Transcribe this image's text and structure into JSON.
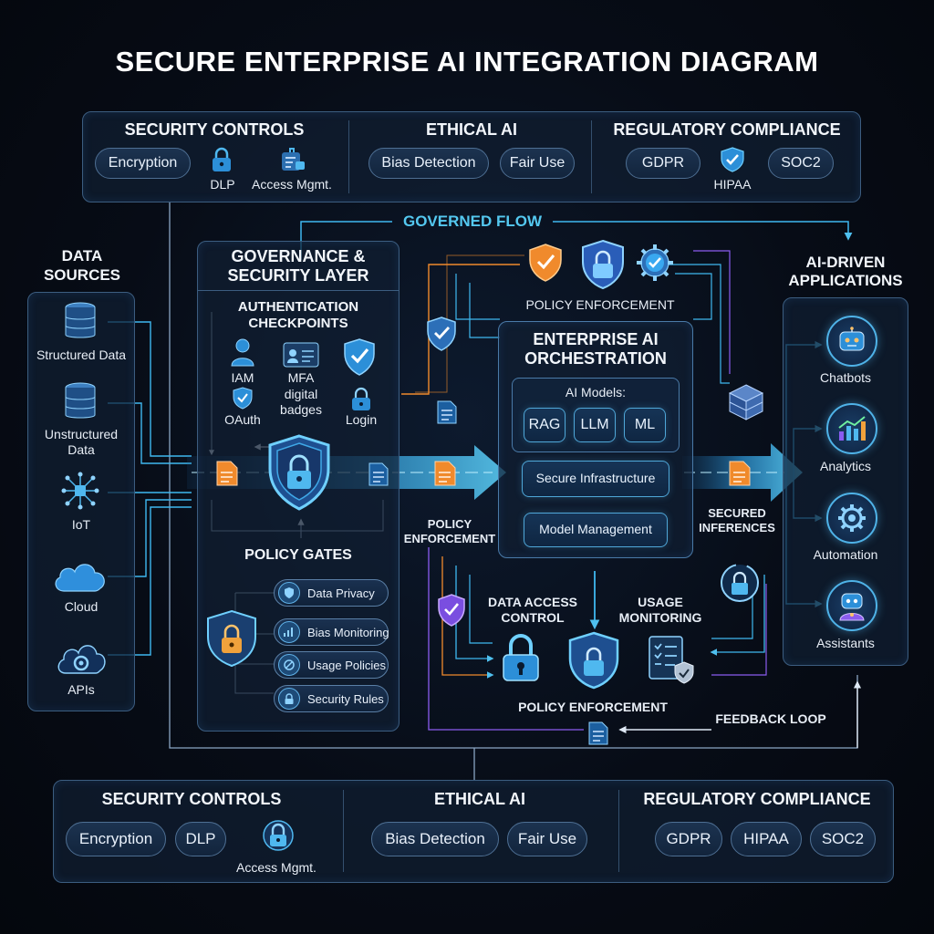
{
  "title": "SECURE ENTERPRISE AI INTEGRATION DIAGRAM",
  "top_bar": {
    "security": {
      "title": "SECURITY CONTROLS",
      "encryption": "Encryption",
      "dlp": "DLP",
      "access": "Access Mgmt."
    },
    "ethical": {
      "title": "ETHICAL AI",
      "bias": "Bias Detection",
      "fair": "Fair Use"
    },
    "regulatory": {
      "title": "REGULATORY COMPLIANCE",
      "gdpr": "GDPR",
      "hipaa": "HIPAA",
      "soc2": "SOC2"
    }
  },
  "governed_flow": "GOVERNED FLOW",
  "data_sources": {
    "title_line1": "DATA",
    "title_line2": "SOURCES",
    "items": [
      "Structured Data",
      "Unstructured",
      "Data",
      "IoT",
      "Cloud",
      "APIs"
    ]
  },
  "governance": {
    "title_line1": "GOVERNANCE &",
    "title_line2": "SECURITY LAYER",
    "auth_line1": "AUTHENTICATION",
    "auth_line2": "CHECKPOINTS",
    "iam": "IAM",
    "mfa_line1": "MFA",
    "mfa_line2": "digital",
    "mfa_line3": "badges",
    "oauth": "OAuth",
    "login": "Login",
    "policy_gates": "POLICY GATES",
    "gates": [
      "Data Privacy",
      "Bias Monitoring",
      "Usage Policies",
      "Security Rules"
    ]
  },
  "policy_enforcement_top": "POLICY ENFORCEMENT",
  "policy_enforcement_left_line1": "POLICY",
  "policy_enforcement_left_line2": "ENFORCEMENT",
  "orchestration": {
    "title_line1": "ENTERPRISE AI",
    "title_line2": "ORCHESTRATION",
    "models_label": "AI Models:",
    "models": [
      "RAG",
      "LLM",
      "ML"
    ],
    "secure_infra": "Secure Infrastructure",
    "model_mgmt": "Model Management"
  },
  "secured_line1": "SECURED",
  "secured_line2": "INFERENCES",
  "data_access_line1": "DATA ACCESS",
  "data_access_line2": "CONTROL",
  "usage_line1": "USAGE",
  "usage_line2": "MONITORING",
  "policy_enforcement_bottom": "POLICY ENFORCEMENT",
  "feedback_loop": "FEEDBACK LOOP",
  "apps": {
    "title_line1": "AI-DRIVEN",
    "title_line2": "APPLICATIONS",
    "items": [
      "Chatbots",
      "Analytics",
      "Automation",
      "Assistants"
    ]
  },
  "bottom_bar": {
    "security": {
      "title": "SECURITY CONTROLS",
      "encryption": "Encryption",
      "dlp": "DLP",
      "access": "Access Mgmt."
    },
    "ethical": {
      "title": "ETHICAL AI",
      "bias": "Bias Detection",
      "fair": "Fair Use"
    },
    "regulatory": {
      "title": "REGULATORY COMPLIANCE",
      "gdpr": "GDPR",
      "hipaa": "HIPAA",
      "soc2": "SOC2"
    }
  },
  "colors": {
    "accent": "#3fb8f0",
    "orange": "#f08a2c",
    "purple": "#8a5cf0",
    "panel_border": "#3c5d80"
  },
  "icons": [
    "lock-icon",
    "shield-check-icon",
    "database-icon",
    "cloud-icon",
    "iot-icon",
    "gear-icon",
    "robot-icon",
    "chart-icon",
    "document-icon",
    "cube-icon",
    "user-icon",
    "badge-icon"
  ]
}
